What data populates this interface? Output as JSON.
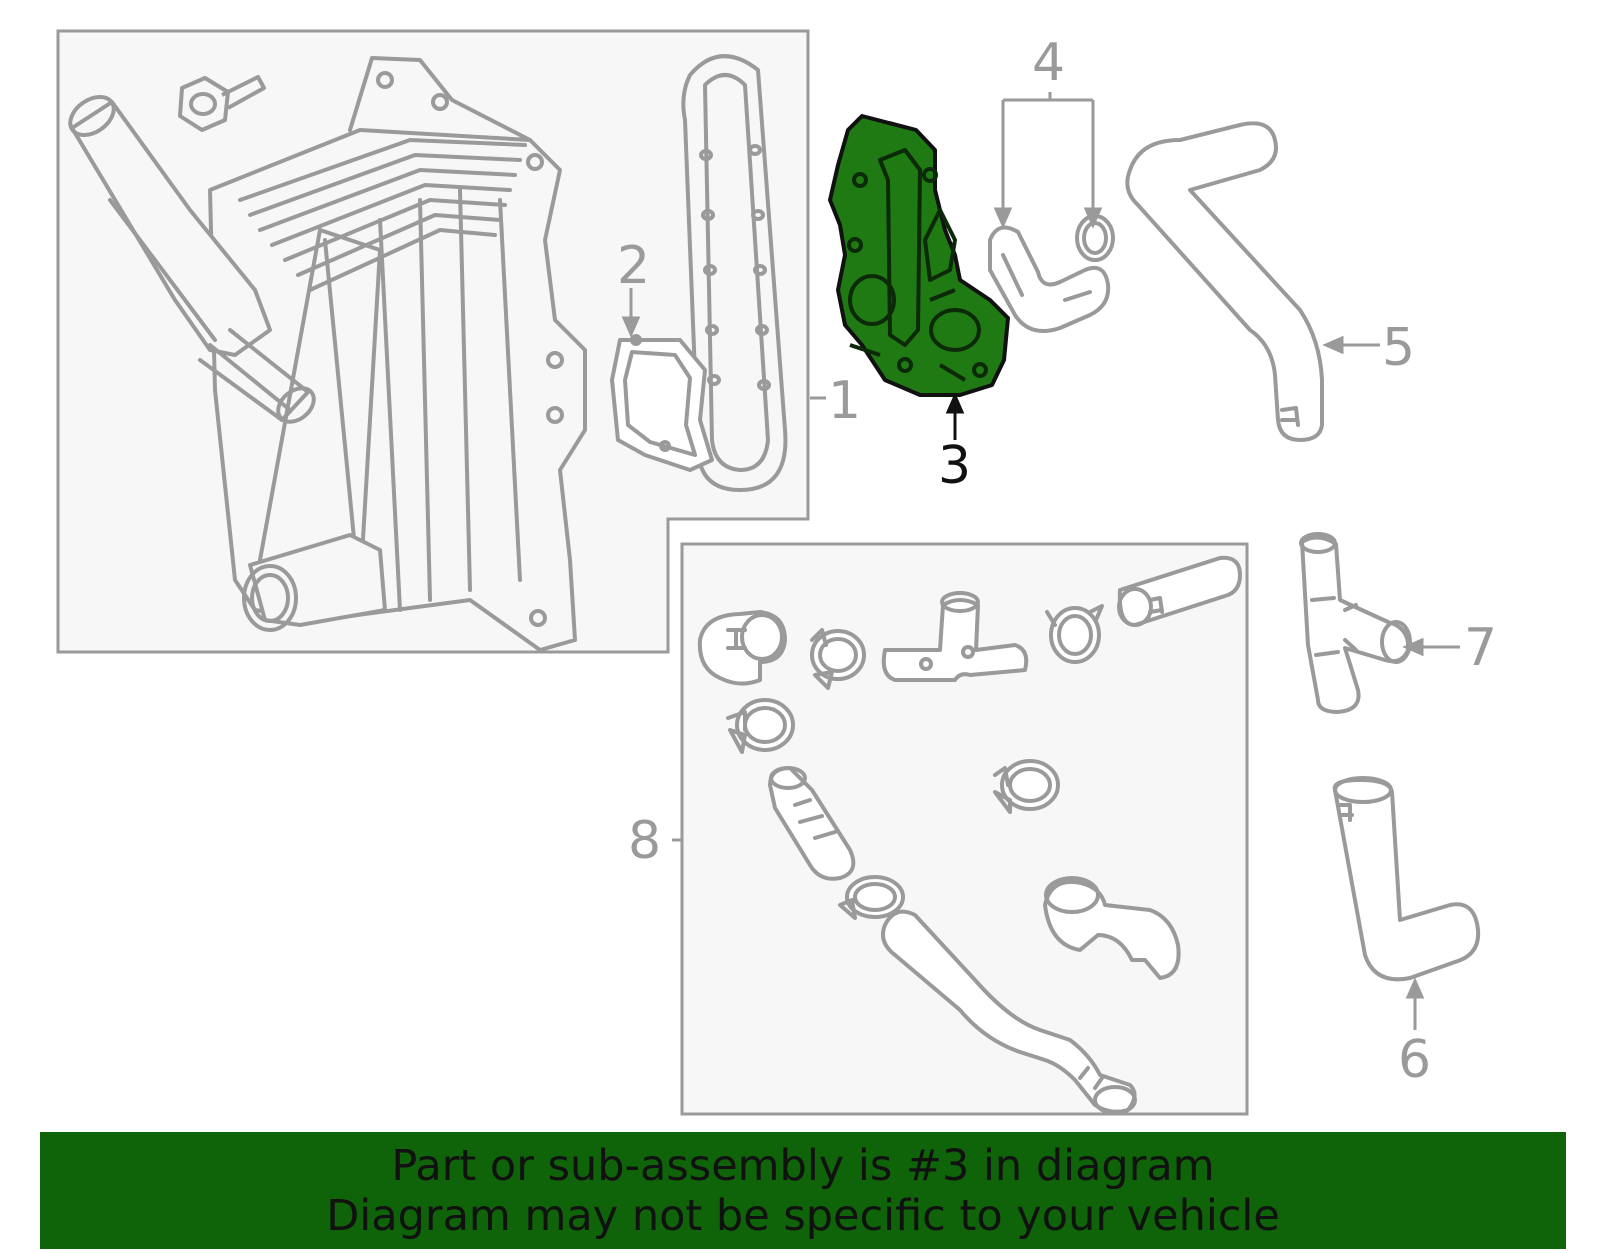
{
  "callouts": [
    "1",
    "2",
    "3",
    "4",
    "5",
    "6",
    "7",
    "8"
  ],
  "highlighted_callout": "3",
  "colors": {
    "line": "#9a9a9a",
    "panel": "#f7f7f7",
    "highlight_fill": "#1f7a13",
    "highlight_stroke": "#111111",
    "banner": "#0f6308",
    "banner_text": "#111111"
  },
  "banner": {
    "line1": "Part or sub-assembly is #3 in diagram",
    "line2": "Diagram may not be specific to your vehicle"
  }
}
